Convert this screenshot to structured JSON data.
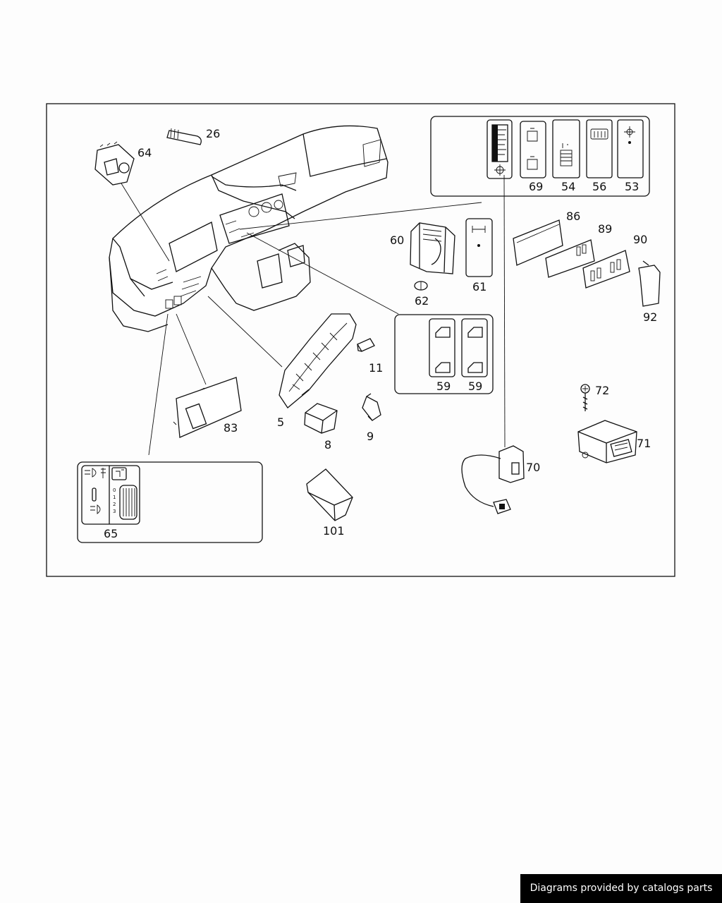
{
  "parts": {
    "p26": "26",
    "p64": "64",
    "p69": "69",
    "p54": "54",
    "p56": "56",
    "p53": "53",
    "p60": "60",
    "p61": "61",
    "p62": "62",
    "p86": "86",
    "p89": "89",
    "p90": "90",
    "p92": "92",
    "p11": "11",
    "p59a": "59",
    "p59b": "59",
    "p5": "5",
    "p8": "8",
    "p9": "9",
    "p83": "83",
    "p72": "72",
    "p71": "71",
    "p70": "70",
    "p65": "65",
    "p101": "101"
  },
  "switch65_scale": [
    "0",
    "1",
    "2",
    "3"
  ],
  "footer": {
    "text": "Diagrams provided by catalogs parts"
  }
}
